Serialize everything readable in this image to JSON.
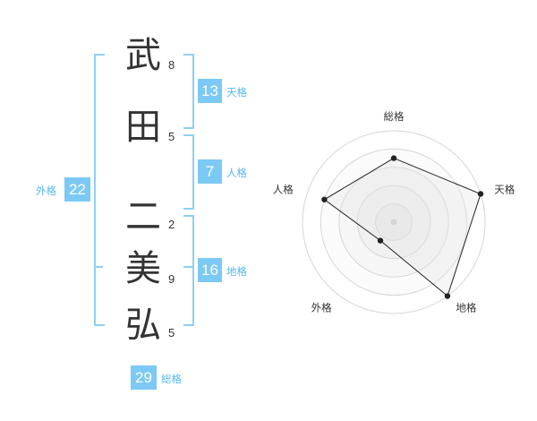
{
  "characters": [
    {
      "char": "武",
      "strokes": "8"
    },
    {
      "char": "田",
      "strokes": "5"
    },
    {
      "char": "二",
      "strokes": "2"
    },
    {
      "char": "美",
      "strokes": "9"
    },
    {
      "char": "弘",
      "strokes": "5"
    }
  ],
  "grids": {
    "tenkaku": {
      "value": "13",
      "label": "天格"
    },
    "jinkaku": {
      "value": "7",
      "label": "人格"
    },
    "chikaku": {
      "value": "16",
      "label": "地格"
    },
    "gaikaku": {
      "value": "22",
      "label": "外格"
    },
    "soukaku": {
      "value": "29",
      "label": "総格"
    }
  },
  "colors": {
    "accent": "#7cc9f5",
    "bracket": "#8fd0f4",
    "label": "#55b9ee",
    "text": "#333333"
  },
  "chart_data": {
    "type": "radar",
    "axes": [
      "総格",
      "天格",
      "地格",
      "外格",
      "人格"
    ],
    "values": [
      0.7,
      1.0,
      1.0,
      0.25,
      0.8
    ],
    "rings": 5
  }
}
